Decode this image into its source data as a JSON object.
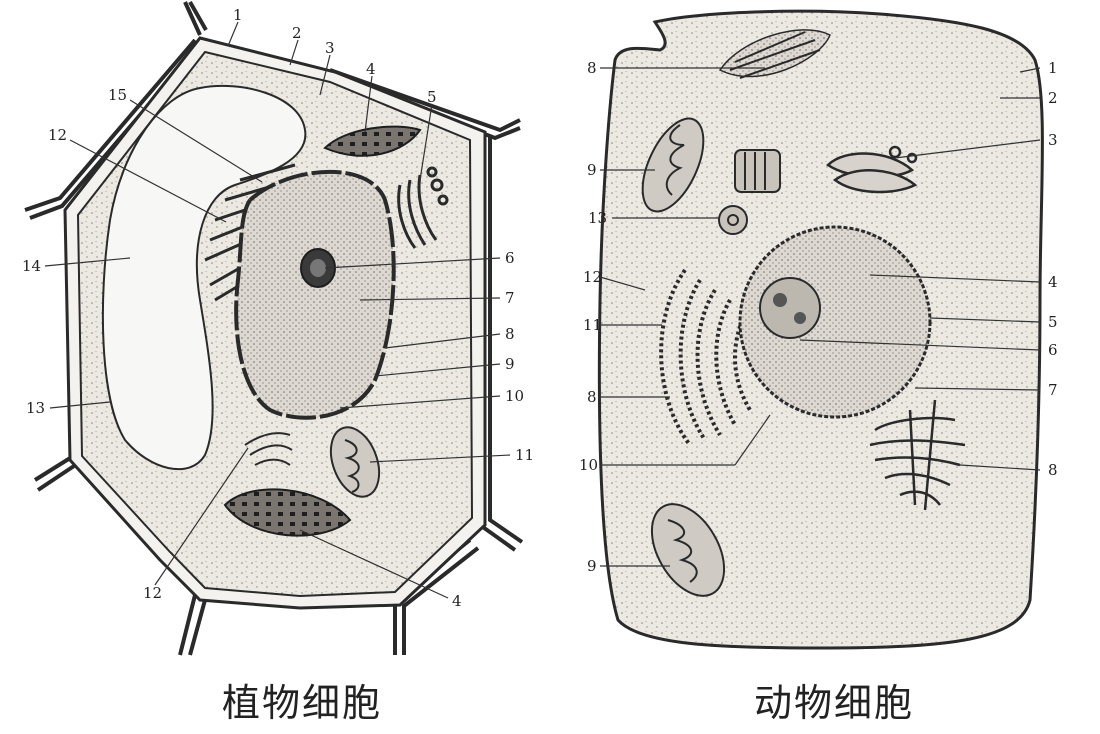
{
  "plant_cell": {
    "caption": "植物细胞",
    "labels": [
      "1",
      "2",
      "3",
      "4",
      "5",
      "15",
      "12",
      "14",
      "6",
      "7",
      "8",
      "9",
      "10",
      "11",
      "13",
      "12",
      "4"
    ]
  },
  "animal_cell": {
    "caption": "动物细胞",
    "labels": [
      "8",
      "1",
      "2",
      "3",
      "9",
      "13",
      "12",
      "4",
      "11",
      "5",
      "6",
      "8",
      "7",
      "10",
      "8",
      "9"
    ]
  },
  "colors": {
    "ink": "#2a2a2a",
    "cytoplasm": "#ece9e3",
    "background": "#ffffff"
  }
}
